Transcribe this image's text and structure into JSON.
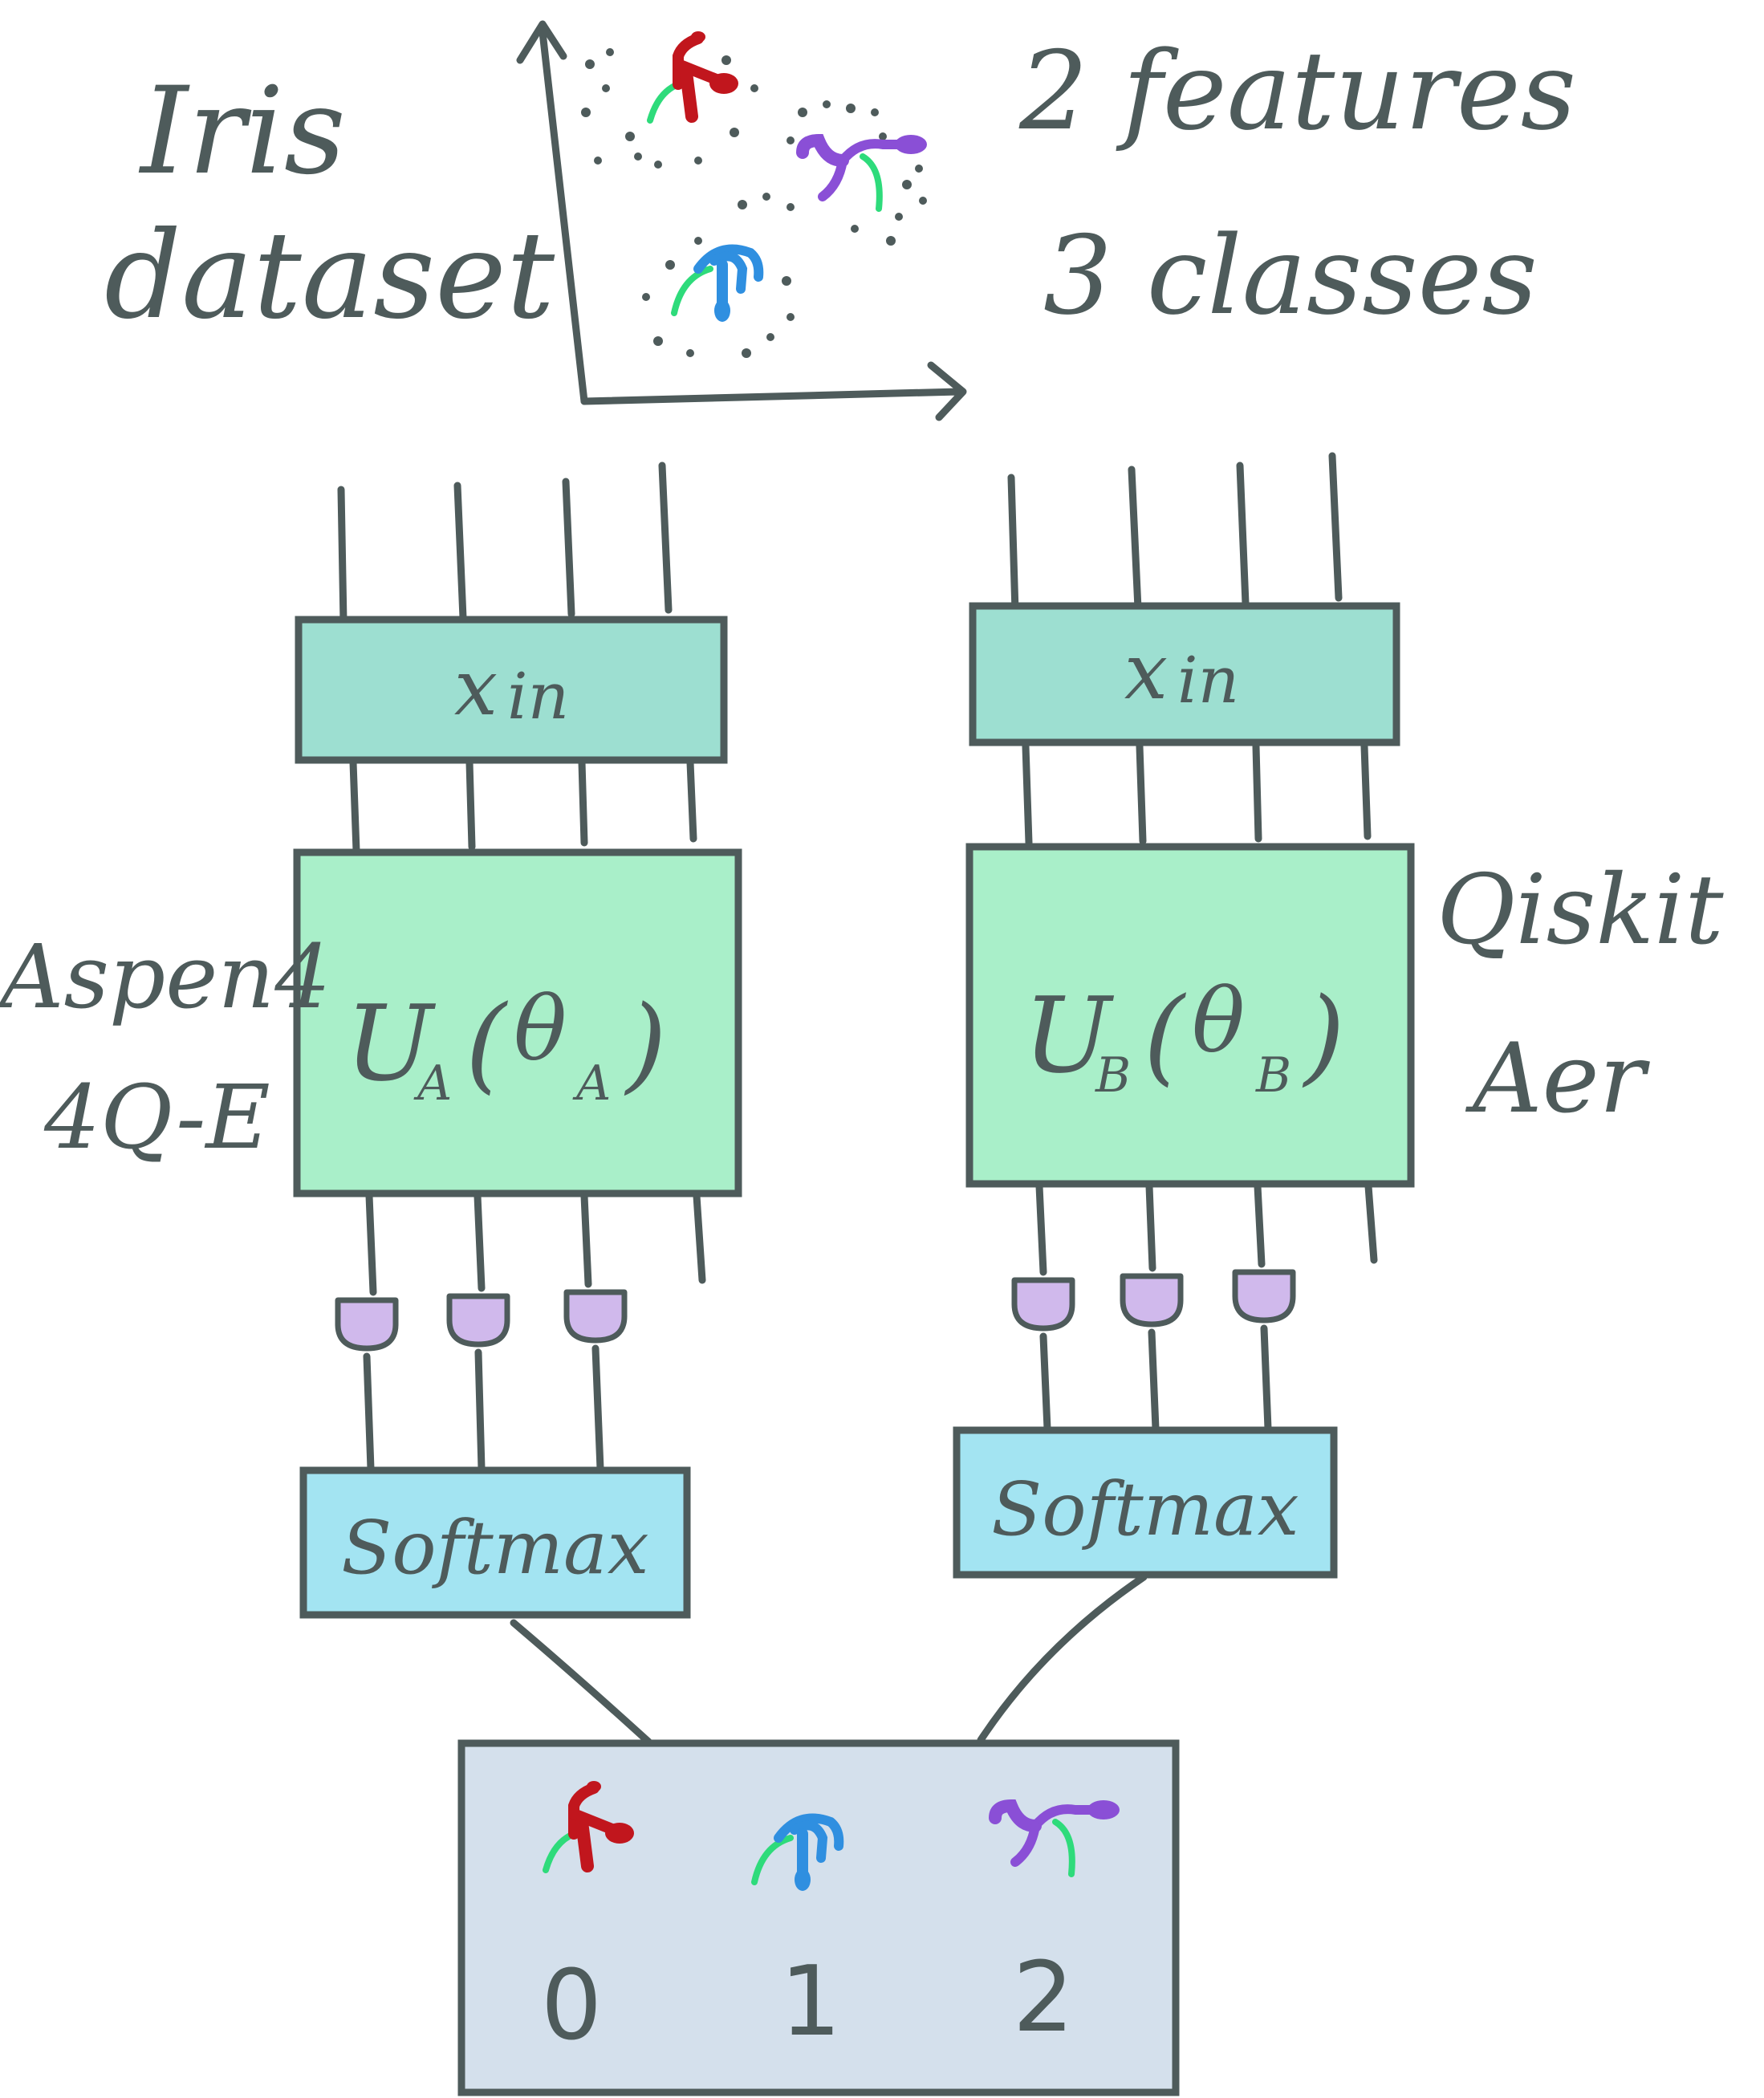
{
  "colors": {
    "ink": "#4e5b5b",
    "xin_box": "#9ddfd1",
    "unitary_box": "#a9efc9",
    "measure": "#d0b9ec",
    "softmax_box": "#a3e4f2",
    "output_box": "#d4e0ec",
    "class0": "#c1161d",
    "class1": "#2f8fe0",
    "class2": "#8a4fd6",
    "stem": "#2edb7b"
  },
  "header": {
    "title_line1": "Iris",
    "title_line2": "dataset",
    "info_line1": "2 features",
    "info_line2": "3 classes"
  },
  "scatter_plot": {
    "x_axis": "arrow-right",
    "y_axis": "arrow-up",
    "clusters": [
      "class0-flower-icon",
      "class2-flower-icon",
      "class1-flower-icon"
    ]
  },
  "left_circuit": {
    "backend_line1": "Aspen4",
    "backend_line2": "4Q-E",
    "encoding_main": "x",
    "encoding_sub": "in",
    "unitary_main": "U",
    "unitary_sub": "A",
    "theta": "θ",
    "theta_sub": "A",
    "softmax": "Softmax"
  },
  "right_circuit": {
    "backend_line1": "Qiskit",
    "backend_line2": "Aer",
    "encoding_main": "x",
    "encoding_sub": "in",
    "unitary_main": "U",
    "unitary_sub": "B",
    "theta": "θ",
    "theta_sub": "B",
    "softmax": "Softmax"
  },
  "output": {
    "classes": [
      {
        "label": "0",
        "icon": "class0-flower-icon"
      },
      {
        "label": "1",
        "icon": "class1-flower-icon"
      },
      {
        "label": "2",
        "icon": "class2-flower-icon"
      }
    ]
  }
}
